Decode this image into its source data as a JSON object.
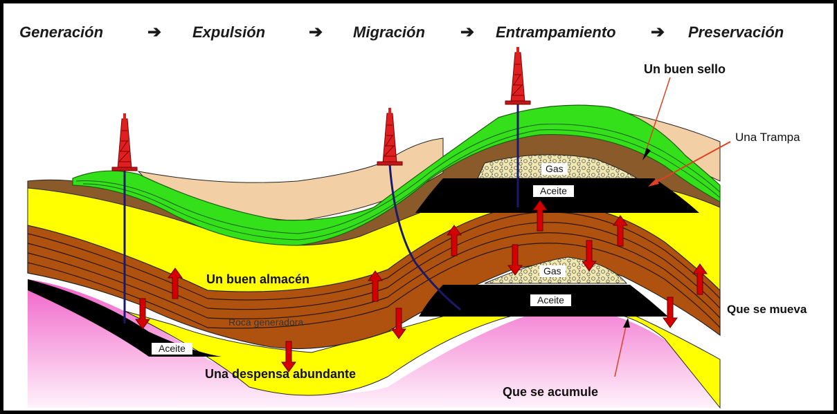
{
  "process_steps": [
    {
      "label": "Generación"
    },
    {
      "label": "Expulsión"
    },
    {
      "label": "Migración"
    },
    {
      "label": "Entrampamiento"
    },
    {
      "label": "Preservación"
    }
  ],
  "arrow_glyph": "➔",
  "labels": {
    "seal": "Un buen sello",
    "trap": "Una Trampa",
    "reservoir": "Un buen almacén",
    "source_rock": "Roca generadora",
    "kitchen": "Una despensa abundante",
    "migrate": "Que se mueva",
    "accumulate": "Que se acumule"
  },
  "boxes": {
    "gas_upper": "Gas",
    "oil_upper": "Aceite",
    "gas_lower": "Gas",
    "oil_lower": "Aceite",
    "oil_left": "Aceite"
  },
  "colors": {
    "seal_green": "#33e01a",
    "shale_brown": "#8b5a2b",
    "sand_tan": "#f2cfa4",
    "reservoir_yellow": "#ffff00",
    "source_brown": "#b0520f",
    "basement_pink": "#f27ad0",
    "oil_black": "#000000",
    "rig_red": "#e02020",
    "migration_arrow": "#c00000",
    "well_path": "#1a1a6a"
  },
  "icons": {
    "rig": "drilling-rig-icon",
    "arrow": "migration-arrow-icon"
  }
}
